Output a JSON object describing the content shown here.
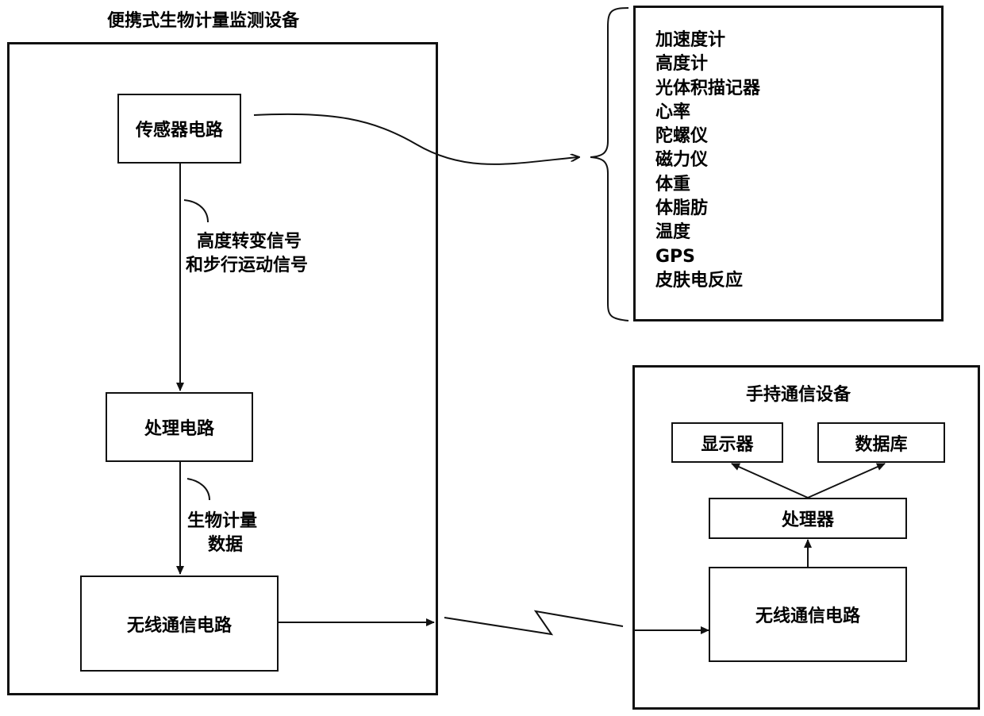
{
  "device": {
    "title": "便携式生物计量监测设备",
    "sensor_circuit": "传感器电路",
    "signal_label_line1": "高度转变信号",
    "signal_label_line2": "和步行运动信号",
    "processing_circuit": "处理电路",
    "data_label_line1": "生物计量",
    "data_label_line2": "数据",
    "wireless_circuit": "无线通信电路"
  },
  "sensors": [
    "加速度计",
    "高度计",
    "光体积描记器",
    "心率",
    "陀螺仪",
    "磁力仪",
    "体重",
    "体脂肪",
    "温度",
    "GPS",
    "皮肤电反应"
  ],
  "handheld": {
    "title": "手持通信设备",
    "display": "显示器",
    "database": "数据库",
    "processor": "处理器",
    "wireless_circuit": "无线通信电路"
  }
}
